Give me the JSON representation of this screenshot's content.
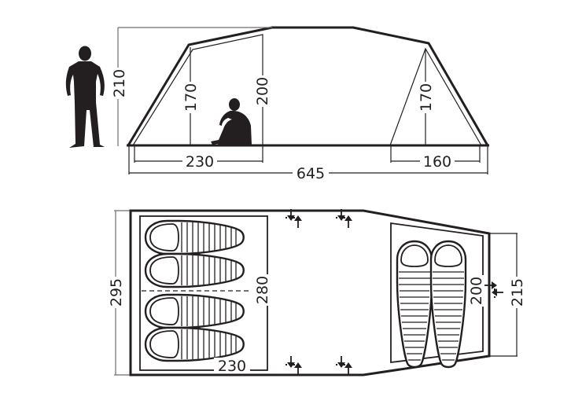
{
  "side_view": {
    "dimensions": {
      "total_height": "210",
      "inner_height_left": "170",
      "peak_height": "200",
      "inner_height_right": "170",
      "bedroom_left_length": "230",
      "total_length": "645",
      "bedroom_right_length": "160"
    },
    "figures": [
      "standing-person",
      "sitting-person"
    ]
  },
  "floor_plan": {
    "dimensions": {
      "total_width": "295",
      "bedroom_left_width": "280",
      "bedroom_left_length": "230",
      "bedroom_right_width": "200",
      "end_width": "215"
    },
    "sleeping_bags": {
      "left_bedroom_count": 4,
      "right_bedroom_count": 2
    },
    "doors": [
      "top-door-left",
      "top-door-right",
      "bottom-door-left",
      "bottom-door-right",
      "end-door"
    ]
  },
  "colors": {
    "ink": "#231f20",
    "mid_gray": "#6d6e71",
    "light_gray": "#bcbec0",
    "background": "#ffffff"
  }
}
